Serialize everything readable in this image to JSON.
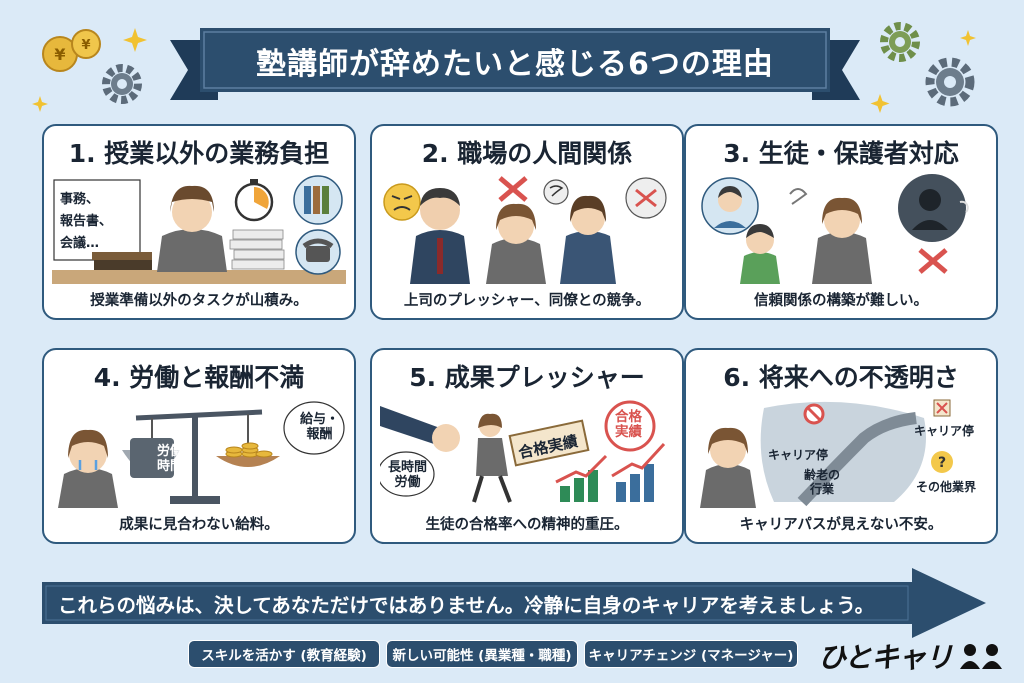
{
  "title": "塾講師が辞めたいと感じる6つの理由",
  "cards": [
    {
      "title": "1. 授業以外の業務負担",
      "caption": "授業準備以外のタスクが山積み。",
      "checklist": [
        "事務、",
        "報告書、",
        "会議…"
      ]
    },
    {
      "title": "2. 職場の人間関係",
      "caption": "上司のプレッシャー、同僚との競争。"
    },
    {
      "title": "3. 生徒・保護者対応",
      "caption": "信頼関係の構築が難しい。"
    },
    {
      "title": "4. 労働と報酬不満",
      "caption": "成果に見合わない給料。",
      "scale_left": "労働\n時間",
      "scale_bubble": "給与・\n報酬"
    },
    {
      "title": "5. 成果プレッシャー",
      "caption": "生徒の合格率への精神的重圧。",
      "sign": "合格実績",
      "stamp": "合格\n実績",
      "bubble": "長時間\n労働"
    },
    {
      "title": "6. 将来への不透明さ",
      "caption": "キャリアパスが見えない不安。",
      "labels": {
        "road_top": "キャリア停",
        "road_bottom": "齢老の\n行業",
        "side_top": "キャリア停",
        "side_bottom": "その他業界"
      }
    }
  ],
  "footer": {
    "message": "これらの悩みは、決してあなただけではありません。冷静に自身のキャリアを考えましょう。",
    "tags": [
      "スキルを活かす (教育経験)",
      "新しい可能性 (異業種・職種)",
      "キャリアチェンジ (マネージャー)"
    ],
    "brand": "ひとキャリ"
  },
  "colors": {
    "background": "#dbeaf7",
    "navy": "#2c4e6e",
    "card_border": "#2f5a7e",
    "accent_red": "#d9534f",
    "accent_green": "#2e8b57"
  },
  "icons": [
    "yen-coin-icon",
    "gear-icon",
    "sparkle-icon",
    "stopwatch-icon",
    "binder-icon",
    "telephone-icon",
    "cross-icon",
    "storm-cloud-icon",
    "chart-up-icon",
    "question-icon"
  ]
}
